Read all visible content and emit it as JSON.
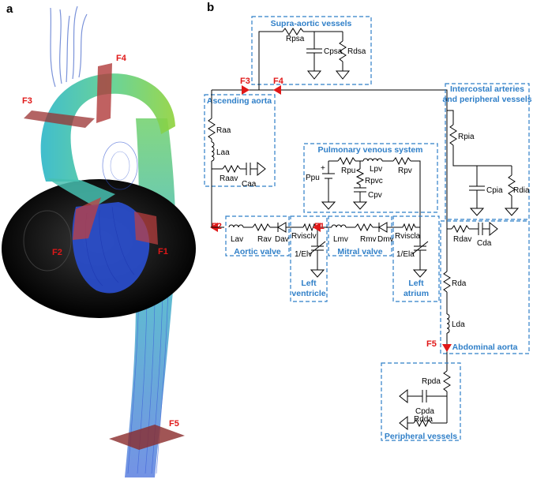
{
  "panels": {
    "a": "a",
    "b": "b"
  },
  "planes_a": {
    "f1": "F1",
    "f2": "F2",
    "f3": "F3",
    "f4": "F4",
    "f5": "F5"
  },
  "boxes": {
    "supra_aortic": "Supra-aortic vessels",
    "ascending": "Ascending aorta",
    "pulmonary": "Pulmonary venous system",
    "intercostal_1": "Intercostal arteries",
    "intercostal_2": "and peripheral vessels",
    "aortic_valve": "Aortic valve",
    "mitral_valve": "Mitral valve",
    "left_ventricle_1": "Left",
    "left_ventricle_2": "ventricle",
    "left_atrium_1": "Left",
    "left_atrium_2": "atrium",
    "abdominal": "Abdominal aorta",
    "peripheral": "Peripheral vessels"
  },
  "components": {
    "rpsa": "Rpsa",
    "cpsa": "Cpsa",
    "rdsa": "Rdsa",
    "raa": "Raa",
    "laa": "Laa",
    "raav": "Raav",
    "caa": "Caa",
    "ppu": "Ppu",
    "rpu": "Rpu",
    "lpv": "Lpv",
    "rpvc": "Rpvc",
    "rpv": "Rpv",
    "cpv": "Cpv",
    "rpia": "Rpia",
    "cpia": "Cpia",
    "rdia": "Rdia",
    "lav": "Lav",
    "rav": "Rav",
    "dav": "Dav",
    "rvisclv": "Rvisclv",
    "elv": "1/Elv",
    "lmv": "Lmv",
    "rmv": "Rmv",
    "dmv": "Dmv",
    "rviscla": "Rviscla",
    "ela": "1/Ela",
    "rdav": "Rdav",
    "cda": "Cda",
    "rda": "Rda",
    "lda": "Lda",
    "rpda": "Rpda",
    "cpda": "Cpda",
    "rdda": "Rdda"
  },
  "flow_planes_b": {
    "f1": "F1",
    "f2": "F2",
    "f3": "F3",
    "f4": "F4",
    "f5": "F5"
  },
  "colors": {
    "box_stroke": "#2f7fc8",
    "flow_marker": "#e01818",
    "streamline_fast": "#8fd23a",
    "streamline_mid": "#2bb6c8",
    "streamline_slow": "#2a4fd0"
  }
}
